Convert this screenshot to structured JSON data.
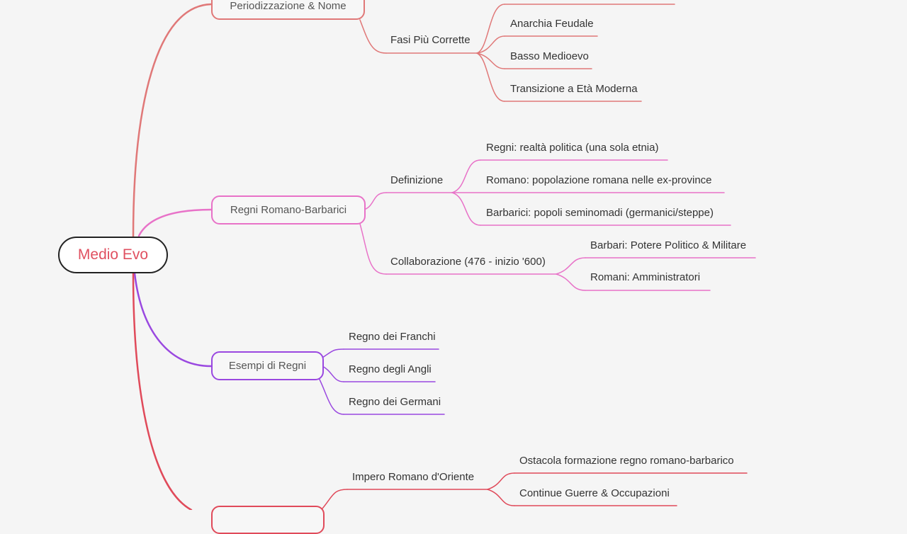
{
  "root": {
    "label": "Medio Evo",
    "color": "#e05060"
  },
  "colors": {
    "branch1": "#e07878",
    "branch2": "#e872c8",
    "branch3": "#9a48e0",
    "branch4": "#e04a5a"
  },
  "branches": {
    "periodizzazione": {
      "label": "Periodizzazione & Nome",
      "fasi": {
        "label": "Fasi Più Corrette",
        "items": [
          "Anarchia Feudale",
          "Basso Medioevo",
          "Transizione a Età Moderna"
        ]
      }
    },
    "regni": {
      "label": "Regni Romano-Barbarici",
      "definizione": {
        "label": "Definizione",
        "items": [
          "Regni: realtà politica (una sola etnia)",
          "Romano: popolazione romana nelle ex-province",
          "Barbarici: popoli seminomadi (germanici/steppe)"
        ]
      },
      "collaborazione": {
        "label": "Collaborazione (476 - inizio '600)",
        "items": [
          "Barbari: Potere Politico & Militare",
          "Romani: Amministratori"
        ]
      }
    },
    "esempi": {
      "label": "Esempi di Regni",
      "items": [
        "Regno dei Franchi",
        "Regno degli Angli",
        "Regno dei Germani"
      ]
    },
    "bottom": {
      "impero": {
        "label": "Impero Romano d'Oriente",
        "items": [
          "Ostacola formazione regno romano-barbarico",
          "Continue Guerre & Occupazioni"
        ]
      }
    }
  }
}
